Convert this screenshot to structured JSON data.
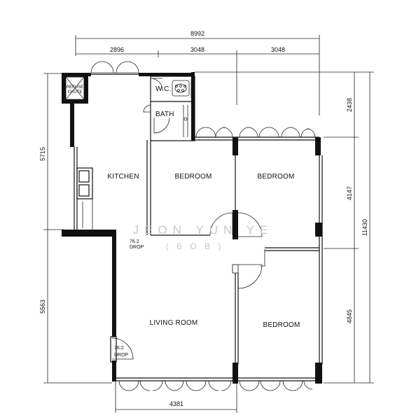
{
  "dimensions": {
    "overall_width": "8992",
    "top_segment_1": "2896",
    "top_segment_2": "3048",
    "top_segment_3": "3048",
    "left_upper": "5715",
    "left_lower": "5563",
    "right_top": "2438",
    "right_mid": "4147",
    "right_bottom": "4845",
    "right_total": "11430",
    "bottom": "4381"
  },
  "rooms": {
    "refuse_line1": "REFUSE",
    "refuse_line2": "CHUTE",
    "wc": "W.C.",
    "bath": "BATH",
    "kitchen": "KITCHEN",
    "bedroom_1": "BEDROOM",
    "bedroom_2": "BEDROOM",
    "bedroom_3": "BEDROOM",
    "living_room": "LIVING ROOM"
  },
  "drops": {
    "upper_value": "76.2",
    "upper_label": "DROP",
    "lower_value": "76.2",
    "lower_label": "DROP"
  },
  "watermark": {
    "name": "JEON YUN YE",
    "nickname": "( B O B )"
  }
}
